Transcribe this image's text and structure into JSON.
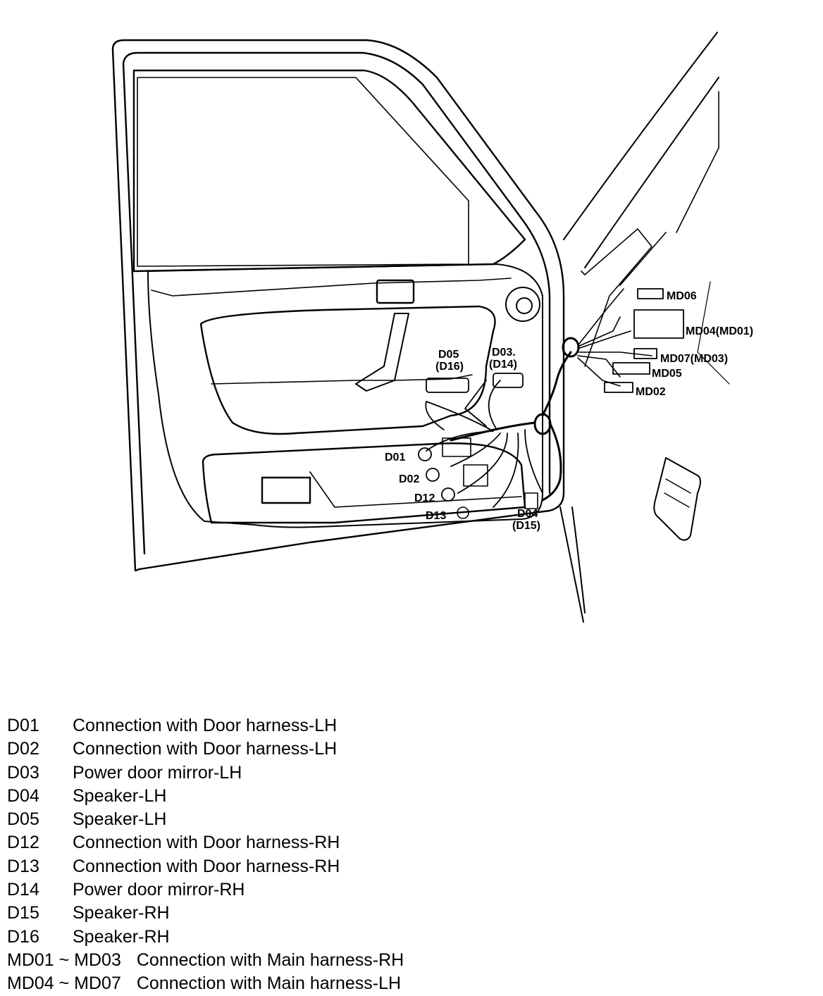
{
  "callouts": {
    "D01": "D01",
    "D02": "D02",
    "D12": "D12",
    "D13": "D13",
    "D05": "D05",
    "D16": "(D16)",
    "D03": "D03.",
    "D14": "(D14)",
    "D04": "D04",
    "D15": "(D15)",
    "MD06": "MD06",
    "MD04": "MD04(MD01)",
    "MD07": "MD07(MD03)",
    "MD05": "MD05",
    "MD02": "MD02"
  },
  "legend": [
    {
      "code": "D01",
      "desc": "Connection with Door harness-LH"
    },
    {
      "code": "D02",
      "desc": "Connection with Door harness-LH"
    },
    {
      "code": "D03",
      "desc": "Power door mirror-LH"
    },
    {
      "code": "D04",
      "desc": "Speaker-LH"
    },
    {
      "code": "D05",
      "desc": "Speaker-LH"
    },
    {
      "code": "D12",
      "desc": "Connection with Door harness-RH"
    },
    {
      "code": "D13",
      "desc": "Connection with Door harness-RH"
    },
    {
      "code": "D14",
      "desc": "Power door mirror-RH"
    },
    {
      "code": "D15",
      "desc": "Speaker-RH"
    },
    {
      "code": "D16",
      "desc": "Speaker-RH"
    },
    {
      "code": "MD01 ~ MD03",
      "desc": "Connection with Main harness-RH"
    },
    {
      "code": "MD04 ~ MD07",
      "desc": "Connection with Main harness-LH"
    }
  ]
}
